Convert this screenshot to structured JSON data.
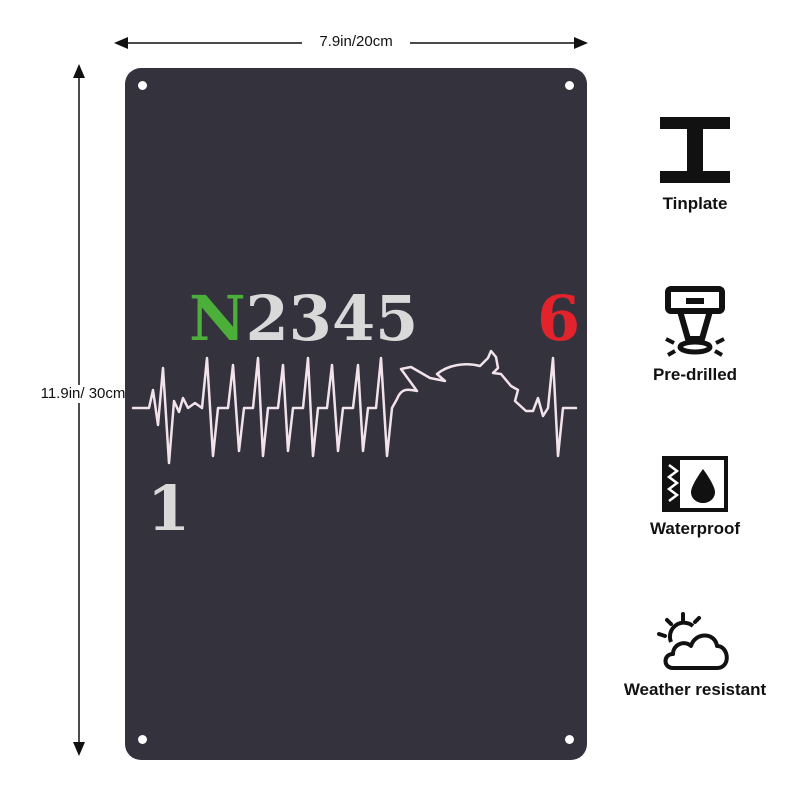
{
  "dimensions": {
    "width_label": "7.9in/20cm",
    "height_label": "11.9in/ 30cm"
  },
  "sign": {
    "background_color": "#33323d",
    "gears": {
      "neutral": "N",
      "middle": "2345",
      "top": "6",
      "first": "1"
    },
    "colors": {
      "neutral": "#4caf3a",
      "middle": "#d9d9d9",
      "top": "#e3232b",
      "first": "#d9d9d9",
      "line": "#f2e3ea"
    }
  },
  "features": [
    {
      "icon": "i-beam-icon",
      "label": "Tinplate"
    },
    {
      "icon": "drill-icon",
      "label": "Pre-drilled"
    },
    {
      "icon": "water-drop-icon",
      "label": "Waterproof"
    },
    {
      "icon": "sun-cloud-icon",
      "label": "Weather resistant"
    }
  ]
}
